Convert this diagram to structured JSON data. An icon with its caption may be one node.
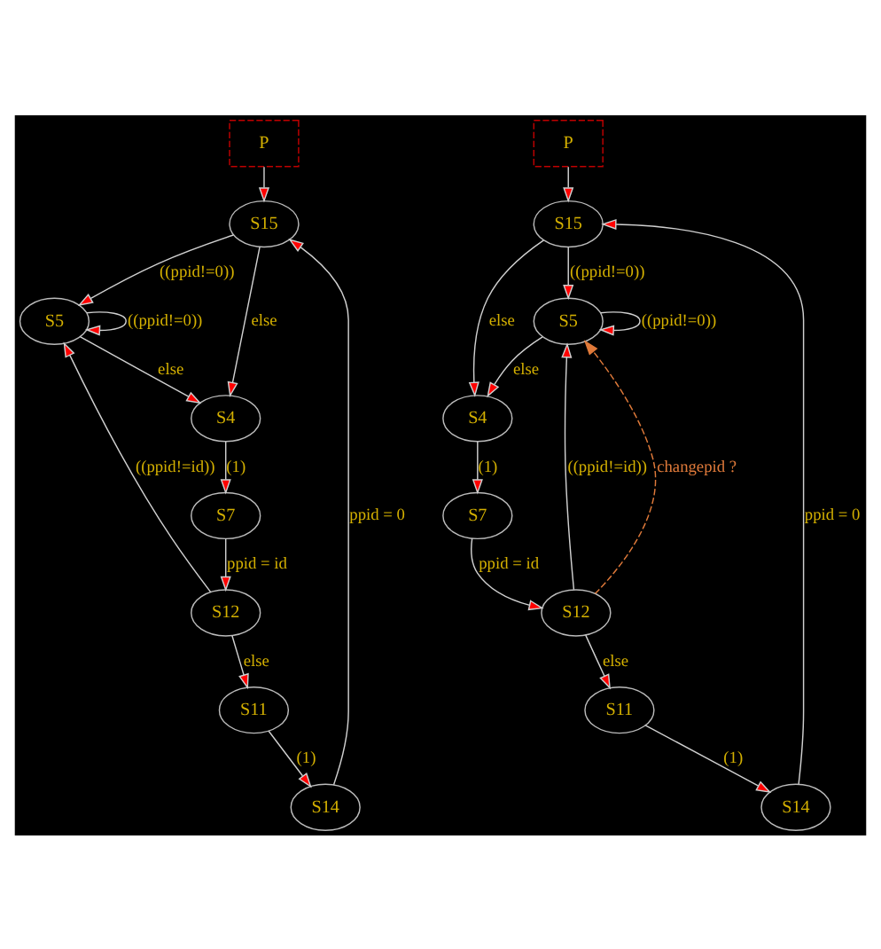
{
  "diagram": {
    "nodes": [
      {
        "text": [
          "P"
        ]
      },
      {
        "text": [
          "S15"
        ]
      },
      {
        "text": [
          "S5"
        ]
      },
      {
        "text": [
          "S4"
        ]
      },
      {
        "text": [
          "S7"
        ]
      },
      {
        "text": [
          "S12"
        ]
      },
      {
        "text": [
          "S11"
        ]
      },
      {
        "text": [
          "S14"
        ]
      },
      {
        "text": [
          "P"
        ]
      },
      {
        "text": [
          "S15"
        ]
      },
      {
        "text": [
          "S5"
        ]
      },
      {
        "text": [
          "S4"
        ]
      },
      {
        "text": [
          "S7"
        ]
      },
      {
        "text": [
          "S12"
        ]
      },
      {
        "text": [
          "S11"
        ]
      },
      {
        "text": [
          "S14"
        ]
      }
    ],
    "edges": [
      {
        "from": 0,
        "to": 1,
        "arrow": "to"
      },
      {
        "from": 1,
        "to": 2,
        "arrow": "to",
        "label": "((ppid!=0))"
      },
      {
        "from": 2,
        "to": 2,
        "arrow": "to",
        "label": "((ppid!=0))"
      },
      {
        "from": 1,
        "to": 3,
        "arrow": "to",
        "label": "else"
      },
      {
        "from": 2,
        "to": 3,
        "arrow": "to",
        "label": "else"
      },
      {
        "from": 3,
        "to": 4,
        "arrow": "to",
        "label": "(1)"
      },
      {
        "from": 4,
        "to": 5,
        "arrow": "to",
        "label": "ppid = id"
      },
      {
        "from": 5,
        "to": 2,
        "arrow": "to",
        "label": "((ppid!=id))"
      },
      {
        "from": 5,
        "to": 6,
        "arrow": "to",
        "label": "else"
      },
      {
        "from": 6,
        "to": 7,
        "arrow": "to",
        "label": "(1)"
      },
      {
        "from": 7,
        "to": 1,
        "arrow": "to",
        "label": "ppid = 0"
      },
      {
        "from": 8,
        "to": 9,
        "arrow": "to"
      },
      {
        "from": 9,
        "to": 10,
        "arrow": "to",
        "label": "((ppid!=0))"
      },
      {
        "from": 10,
        "to": 10,
        "arrow": "to",
        "label": "((ppid!=0))"
      },
      {
        "from": 9,
        "to": 11,
        "arrow": "to",
        "label": "else"
      },
      {
        "from": 10,
        "to": 11,
        "arrow": "to",
        "label": "else"
      },
      {
        "from": 11,
        "to": 12,
        "arrow": "to",
        "label": "(1)"
      },
      {
        "from": 12,
        "to": 13,
        "arrow": "to",
        "label": "ppid = id"
      },
      {
        "from": 13,
        "to": 10,
        "arrow": "to",
        "label": "((ppid!=id))"
      },
      {
        "from": 13,
        "to": 14,
        "arrow": "to",
        "label": "else"
      },
      {
        "from": 14,
        "to": 15,
        "arrow": "to",
        "label": "(1)"
      },
      {
        "from": 15,
        "to": 9,
        "arrow": "to",
        "label": "ppid = 0"
      },
      {
        "from": 13,
        "to": 10,
        "arrow": "to",
        "label": "changepid ?",
        "style": "dashed",
        "color": "#e07a3a"
      }
    ]
  }
}
